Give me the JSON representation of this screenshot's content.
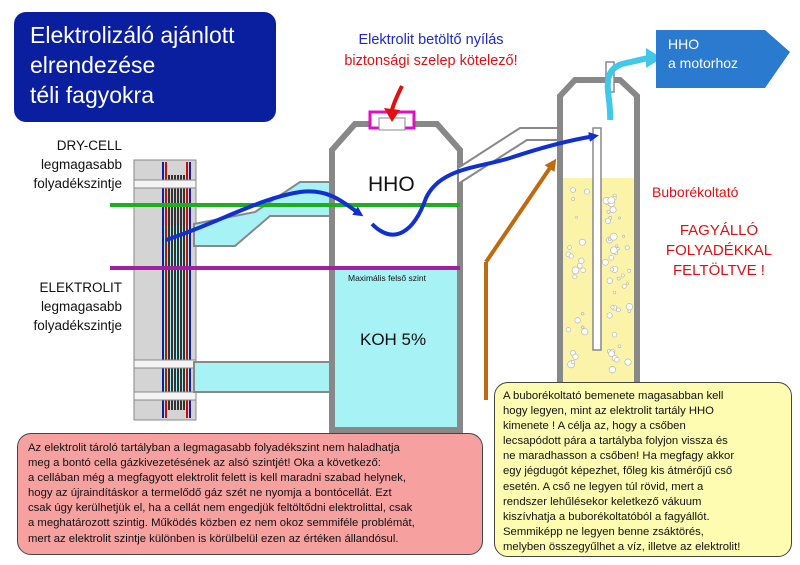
{
  "title": {
    "lines": [
      "Elektrolizáló ajánlott",
      "elrendezése",
      "téli fagyokra"
    ]
  },
  "refill": {
    "line1": "Elektrolit betöltő nyílás",
    "line2": "biztonsági szelep kötelező!"
  },
  "output": {
    "line1": "HHO",
    "line2": "a motorhoz"
  },
  "drycell_label": {
    "line1": "DRY-CELL",
    "line2": "legmagasabb",
    "line3": "folyadékszintje"
  },
  "electrolyte_label": {
    "line1": "ELEKTROLIT",
    "line2": "legmagasabb",
    "line3": "folyadékszintje"
  },
  "tank": {
    "gas": "HHO",
    "max_level": "Maximális felső szint",
    "liquid": "KOH 5%"
  },
  "bubbler": {
    "name": "Buborékoltató",
    "fill_line1": "FAGYÁLLÓ",
    "fill_line2": "FOLYADÉKKAL",
    "fill_line3": "FELTÖLTVE !"
  },
  "note_left": [
    "Az elektrolit tároló tartályban a legmagasabb folyadékszint nem haladhatja",
    "meg a bontó cella gázkivezetésének az alsó szintjét! Oka a következő:",
    "a cellában még a megfagyott elektrolit felett is kell maradni szabad helynek,",
    "hogy az újraindításkor a termelődő gáz szét ne nyomja a bontócellát. Ezt",
    "csak úgy kerülhetjük el, ha a cellát nem engedjük feltöltődni elektrolittal, csak",
    "a meghatározott szintig. Működés közben ez nem okoz semmiféle problémát,",
    "mert az elektrolit szintje különben is körülbelül ezen az értéken állandósul."
  ],
  "note_right": [
    "A buborékoltató bemenete magasabban kell",
    "hogy legyen, mint az elektrolit tartály HHO",
    "kimenete ! A célja az, hogy a csőben",
    "lecsapódott pára a tartályba folyjon vissza és",
    "ne maradhasson a csőben! Ha megfagy akkor",
    "egy jégdugót képezhet, főleg kis átmérőjű cső",
    "esetén. A cső ne legyen túl rövid, mert a",
    "rendszer lehűlésekor keletkező  vákuum",
    "kiszívhatja a buborékoltatóból a fagyállót.",
    "Semmiképp ne legyen benne zsáktörés,",
    "melyben összegyűlhet a víz, illetve az elektrolit!"
  ],
  "colors": {
    "title_bg": "#0a1fa0",
    "electrolyte": "#a7f2f5",
    "antifreeze": "#fbf4a8",
    "drycell_level": "#1ab21a",
    "electrolyte_level": "#a020a0",
    "gas_flow": "#1030d0",
    "hho_output": "#40c8e8",
    "pointer": "#c06a10",
    "red_text": "#e01010"
  }
}
